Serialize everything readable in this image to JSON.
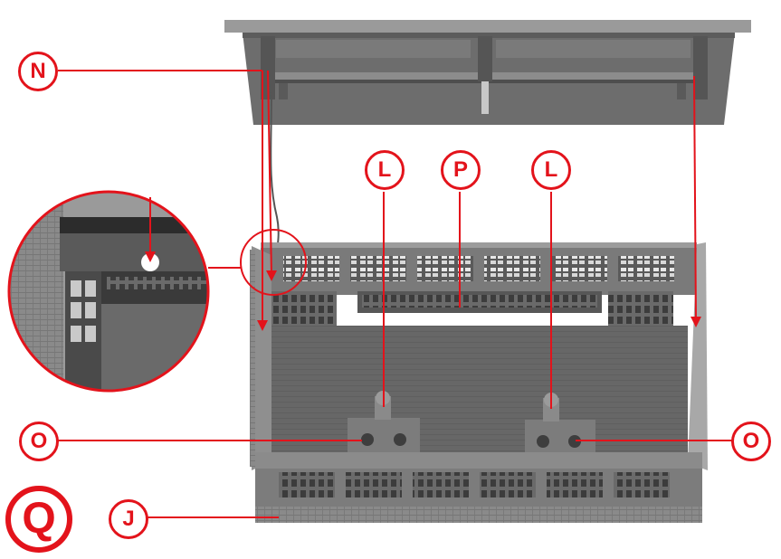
{
  "step_label": "Q",
  "callouts": {
    "n": "N",
    "l_left": "L",
    "p": "P",
    "l_right": "L",
    "o_left": "O",
    "o_right": "O",
    "j": "J"
  },
  "colors": {
    "accent": "#e3131b",
    "model_dark": "#4a4a4a",
    "model_mid": "#6f6f6f",
    "model_light": "#9a9a9a",
    "background": "#ffffff"
  }
}
